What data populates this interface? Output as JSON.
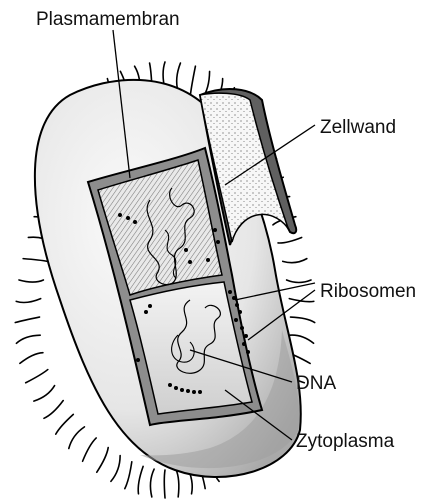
{
  "diagram": {
    "labels": {
      "plasmamembran": "Plasmamembran",
      "zellwand": "Zellwand",
      "ribosomen": "Ribosomen",
      "dna": "DNA",
      "zytoplasma": "Zytoplasma"
    }
  },
  "colors": {
    "outline": "#000000",
    "cell_body": "#eeeeee",
    "cell_shadow": "#bdbdbd",
    "membrane_layer": "#9a9a9a",
    "cytoplasm": "#e4e4e4",
    "wall_face": "#f4f4f4"
  }
}
